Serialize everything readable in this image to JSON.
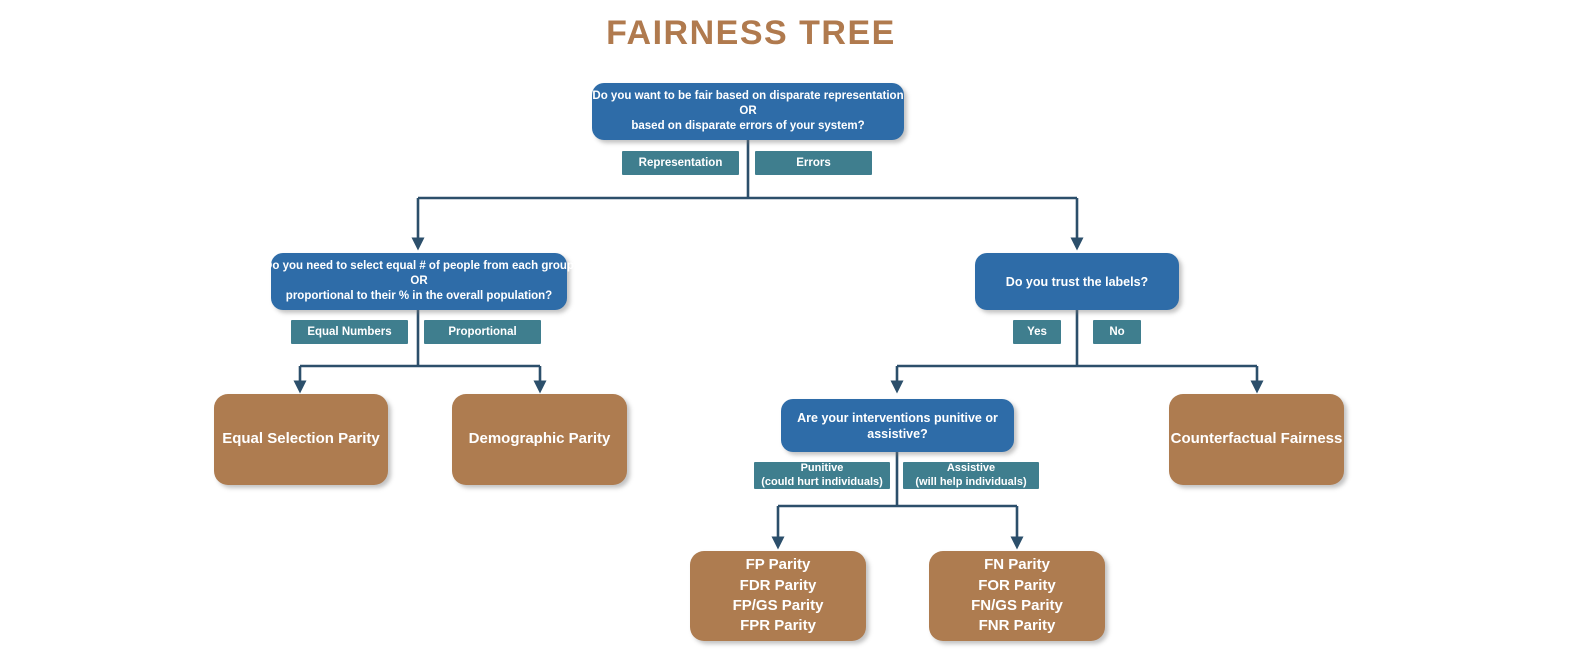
{
  "page": {
    "title": "FAIRNESS TREE",
    "title_color": "#B07A4E",
    "background": "#ffffff"
  },
  "palette": {
    "question_blue": "#2E6CA8",
    "edge_label_teal": "#3F7E8E",
    "outcome_brown": "#AE7C50",
    "connector_line": "#2C4F6B",
    "text_white": "#ffffff"
  },
  "nodes": {
    "root_question": {
      "line1": "Do you want to be fair based on disparate representation",
      "line2": "OR",
      "line3": "based on disparate errors of your system?"
    },
    "representation_question": {
      "line1": "Do you need to select equal # of people from each group",
      "line2": "OR",
      "line3": "proportional to their % in the overall population?"
    },
    "trust_labels_question": {
      "text": "Do you trust the labels?"
    },
    "interventions_question": {
      "text": "Are your interventions punitive or assistive?"
    }
  },
  "edge_labels": {
    "representation": "Representation",
    "errors": "Errors",
    "equal_numbers": "Equal Numbers",
    "proportional": "Proportional",
    "yes": "Yes",
    "no": "No",
    "punitive_line1": "Punitive",
    "punitive_line2": "(could hurt individuals)",
    "assistive_line1": "Assistive",
    "assistive_line2": "(will help individuals)"
  },
  "outcomes": {
    "equal_selection_parity": {
      "lines": [
        "Equal Selection Parity"
      ]
    },
    "demographic_parity": {
      "lines": [
        "Demographic Parity"
      ]
    },
    "counterfactual_fairness": {
      "lines": [
        "Counterfactual Fairness"
      ]
    },
    "false_positive_metrics": {
      "lines": [
        "FP Parity",
        "FDR Parity",
        "FP/GS Parity",
        "FPR Parity"
      ]
    },
    "false_negative_metrics": {
      "lines": [
        "FN Parity",
        "FOR Parity",
        "FN/GS Parity",
        "FNR Parity"
      ]
    }
  }
}
